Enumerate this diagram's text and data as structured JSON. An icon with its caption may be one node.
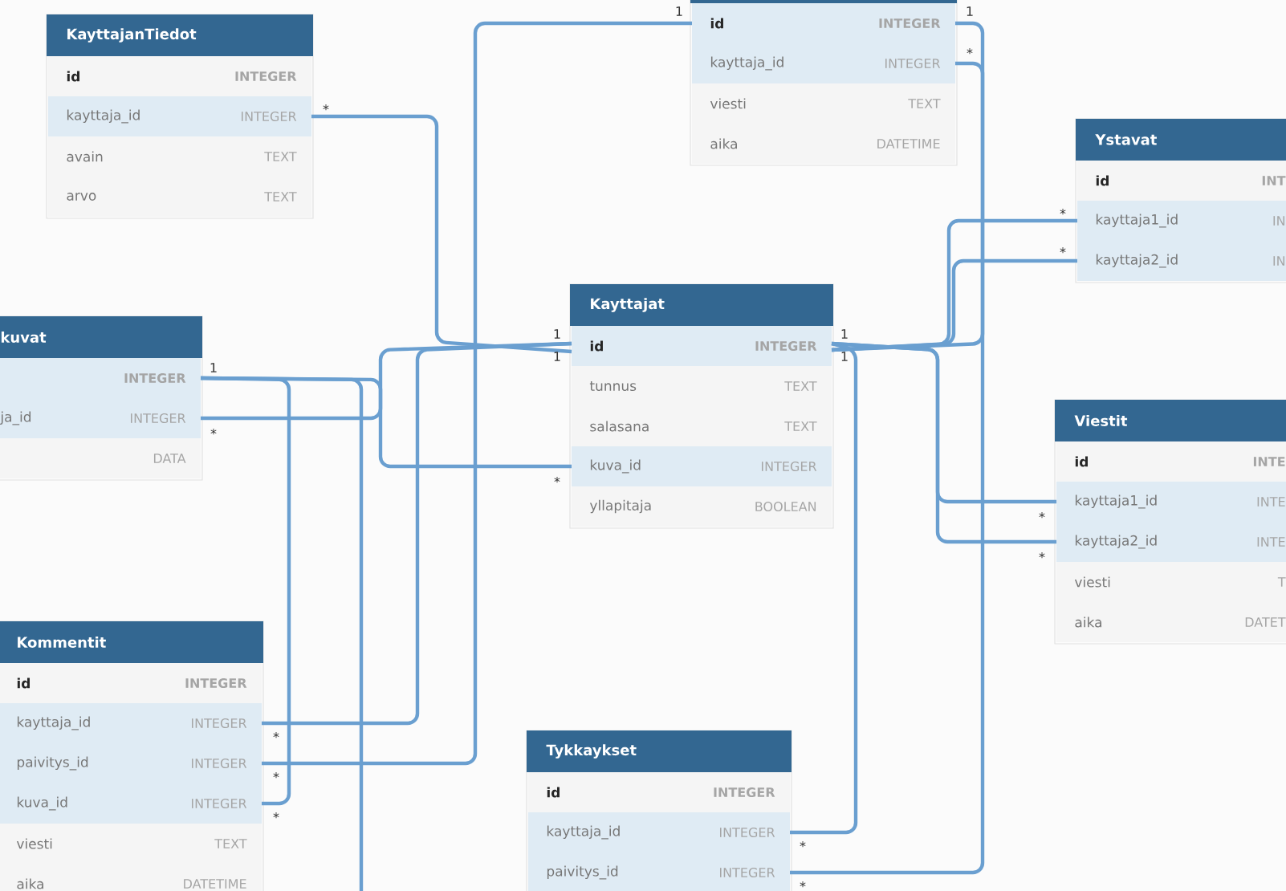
{
  "diagram": {
    "nodes": [
      {
        "text": [],
        "shape": "box"
      },
      {
        "text": [
          "id",
          "INTEGER"
        ],
        "in": 0
      },
      {
        "text": [
          "kayttaja_id",
          "INTEGER"
        ],
        "in": 0
      },
      {
        "text": [
          "viesti",
          "TEXT"
        ],
        "in": 0
      },
      {
        "text": [
          "aika",
          "DATETIME"
        ],
        "in": 0
      },
      {
        "text": [
          "KayttajanTiedot"
        ]
      },
      {
        "text": [
          "id",
          "INTEGER"
        ],
        "in": 5
      },
      {
        "text": [
          "kayttaja_id",
          "INTEGER"
        ],
        "in": 5
      },
      {
        "text": [
          "avain",
          "TEXT"
        ],
        "in": 5
      },
      {
        "text": [
          "arvo",
          "TEXT"
        ],
        "in": 5
      },
      {
        "text": [
          "Ystavat"
        ]
      },
      {
        "text": [
          "id",
          "INT"
        ],
        "in": 10
      },
      {
        "text": [
          "kayttaja1_id",
          "IN"
        ],
        "in": 10
      },
      {
        "text": [
          "kayttaja2_id",
          "IN"
        ],
        "in": 10
      },
      {
        "text": [
          "kuvat"
        ]
      },
      {
        "text": [
          "INTEGER"
        ],
        "in": 14
      },
      {
        "text": [
          "ja_id",
          "INTEGER"
        ],
        "in": 14
      },
      {
        "text": [
          "DATA"
        ],
        "in": 14
      },
      {
        "text": [
          "Kayttajat"
        ]
      },
      {
        "text": [
          "id",
          "INTEGER"
        ],
        "in": 18
      },
      {
        "text": [
          "tunnus",
          "TEXT"
        ],
        "in": 18
      },
      {
        "text": [
          "salasana",
          "TEXT"
        ],
        "in": 18
      },
      {
        "text": [
          "kuva_id",
          "INTEGER"
        ],
        "in": 18
      },
      {
        "text": [
          "yllapitaja",
          "BOOLEAN"
        ],
        "in": 18
      },
      {
        "text": [
          "Viestit"
        ]
      },
      {
        "text": [
          "id",
          "INTE"
        ],
        "in": 24
      },
      {
        "text": [
          "kayttaja1_id",
          "INTE"
        ],
        "in": 24
      },
      {
        "text": [
          "kayttaja2_id",
          "INTE"
        ],
        "in": 24
      },
      {
        "text": [
          "viesti",
          "T"
        ],
        "in": 24
      },
      {
        "text": [
          "aika",
          "DATET"
        ],
        "in": 24
      },
      {
        "text": [
          "Kommentit"
        ]
      },
      {
        "text": [
          "id",
          "INTEGER"
        ],
        "in": 30
      },
      {
        "text": [
          "kayttaja_id",
          "INTEGER"
        ],
        "in": 30
      },
      {
        "text": [
          "paivitys_id",
          "INTEGER"
        ],
        "in": 30
      },
      {
        "text": [
          "kuva_id",
          "INTEGER"
        ],
        "in": 30
      },
      {
        "text": [
          "viesti",
          "TEXT"
        ],
        "in": 30
      },
      {
        "text": [
          "aika",
          "DATETIME"
        ],
        "in": 30
      },
      {
        "text": [
          "Tykkaykset"
        ]
      },
      {
        "text": [
          "id",
          "INTEGER"
        ],
        "in": 37
      },
      {
        "text": [
          "kayttaja_id",
          "INTEGER"
        ],
        "in": 37
      },
      {
        "text": [
          "paivitys_id",
          "INTEGER"
        ],
        "in": 37
      }
    ],
    "edges": [
      {
        "from": 7,
        "to": 19,
        "arrow": "none"
      },
      {
        "from": 16,
        "to": 19,
        "arrow": "none"
      },
      {
        "from": 22,
        "to": 15,
        "arrow": "none"
      },
      {
        "from": 32,
        "to": 19,
        "arrow": "none"
      },
      {
        "from": 33,
        "to": 1,
        "arrow": "none"
      },
      {
        "from": 34,
        "to": 15,
        "arrow": "none"
      },
      {
        "from": null,
        "to": 15,
        "arrow": "none"
      },
      {
        "from": 2,
        "to": 19,
        "arrow": "none"
      },
      {
        "from": 12,
        "to": 19,
        "arrow": "none"
      },
      {
        "from": 13,
        "to": 19,
        "arrow": "none"
      },
      {
        "from": 26,
        "to": 19,
        "arrow": "none"
      },
      {
        "from": 27,
        "to": 19,
        "arrow": "none"
      },
      {
        "from": 39,
        "to": 19,
        "arrow": "none"
      },
      {
        "from": 40,
        "to": 1,
        "arrow": "none"
      }
    ],
    "labels": [
      "1",
      "1",
      "*",
      "*",
      "*",
      "*",
      "1",
      "1",
      "1",
      "1",
      "1",
      "*",
      "*",
      "*",
      "*",
      "*",
      "*",
      "*",
      "*",
      "*"
    ]
  }
}
